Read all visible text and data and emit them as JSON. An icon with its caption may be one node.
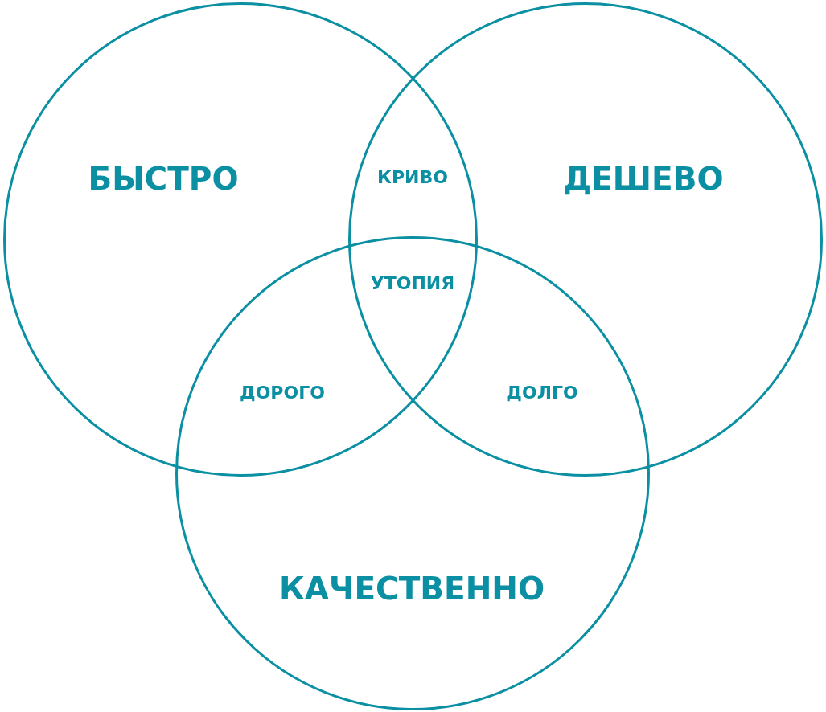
{
  "diagram": {
    "nodes": [
      {
        "text": [
          "БЫСТРО"
        ]
      },
      {
        "text": [
          "ДЕШЕВО"
        ]
      },
      {
        "text": [
          "КАЧЕСТВЕННО"
        ]
      }
    ],
    "labels": [
      "КРИВО",
      "УТОПИЯ",
      "ДОРОГО",
      "ДОЛГО"
    ]
  }
}
